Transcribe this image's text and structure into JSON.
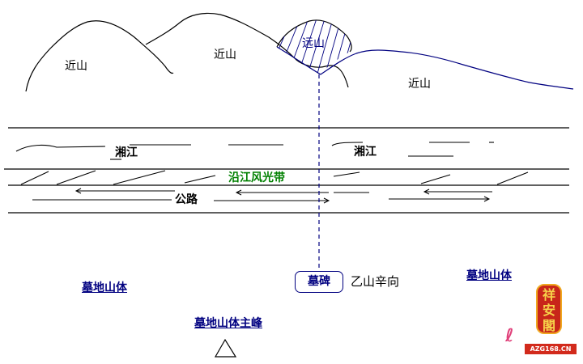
{
  "mountains": {
    "near_left": "近山",
    "near_center": "近山",
    "far": "远山",
    "near_right": "近山"
  },
  "river": {
    "label_left": "湘江",
    "label_right": "湘江"
  },
  "scenic_belt": "沿江风光带",
  "road": "公路",
  "grave": {
    "stele": "墓碑",
    "orientation": "乙山辛向",
    "mountain_left": "墓地山体",
    "mountain_right": "墓地山体",
    "main_peak": "墓地山体主峰"
  },
  "watermark": {
    "seal_chars": [
      "祥",
      "安",
      "閣"
    ],
    "site": "AZG168.CN"
  },
  "colors": {
    "ink": "#000000",
    "axis": "#000080",
    "belt": "#008000",
    "hatch": "#000080",
    "seal": "#c8261a"
  }
}
